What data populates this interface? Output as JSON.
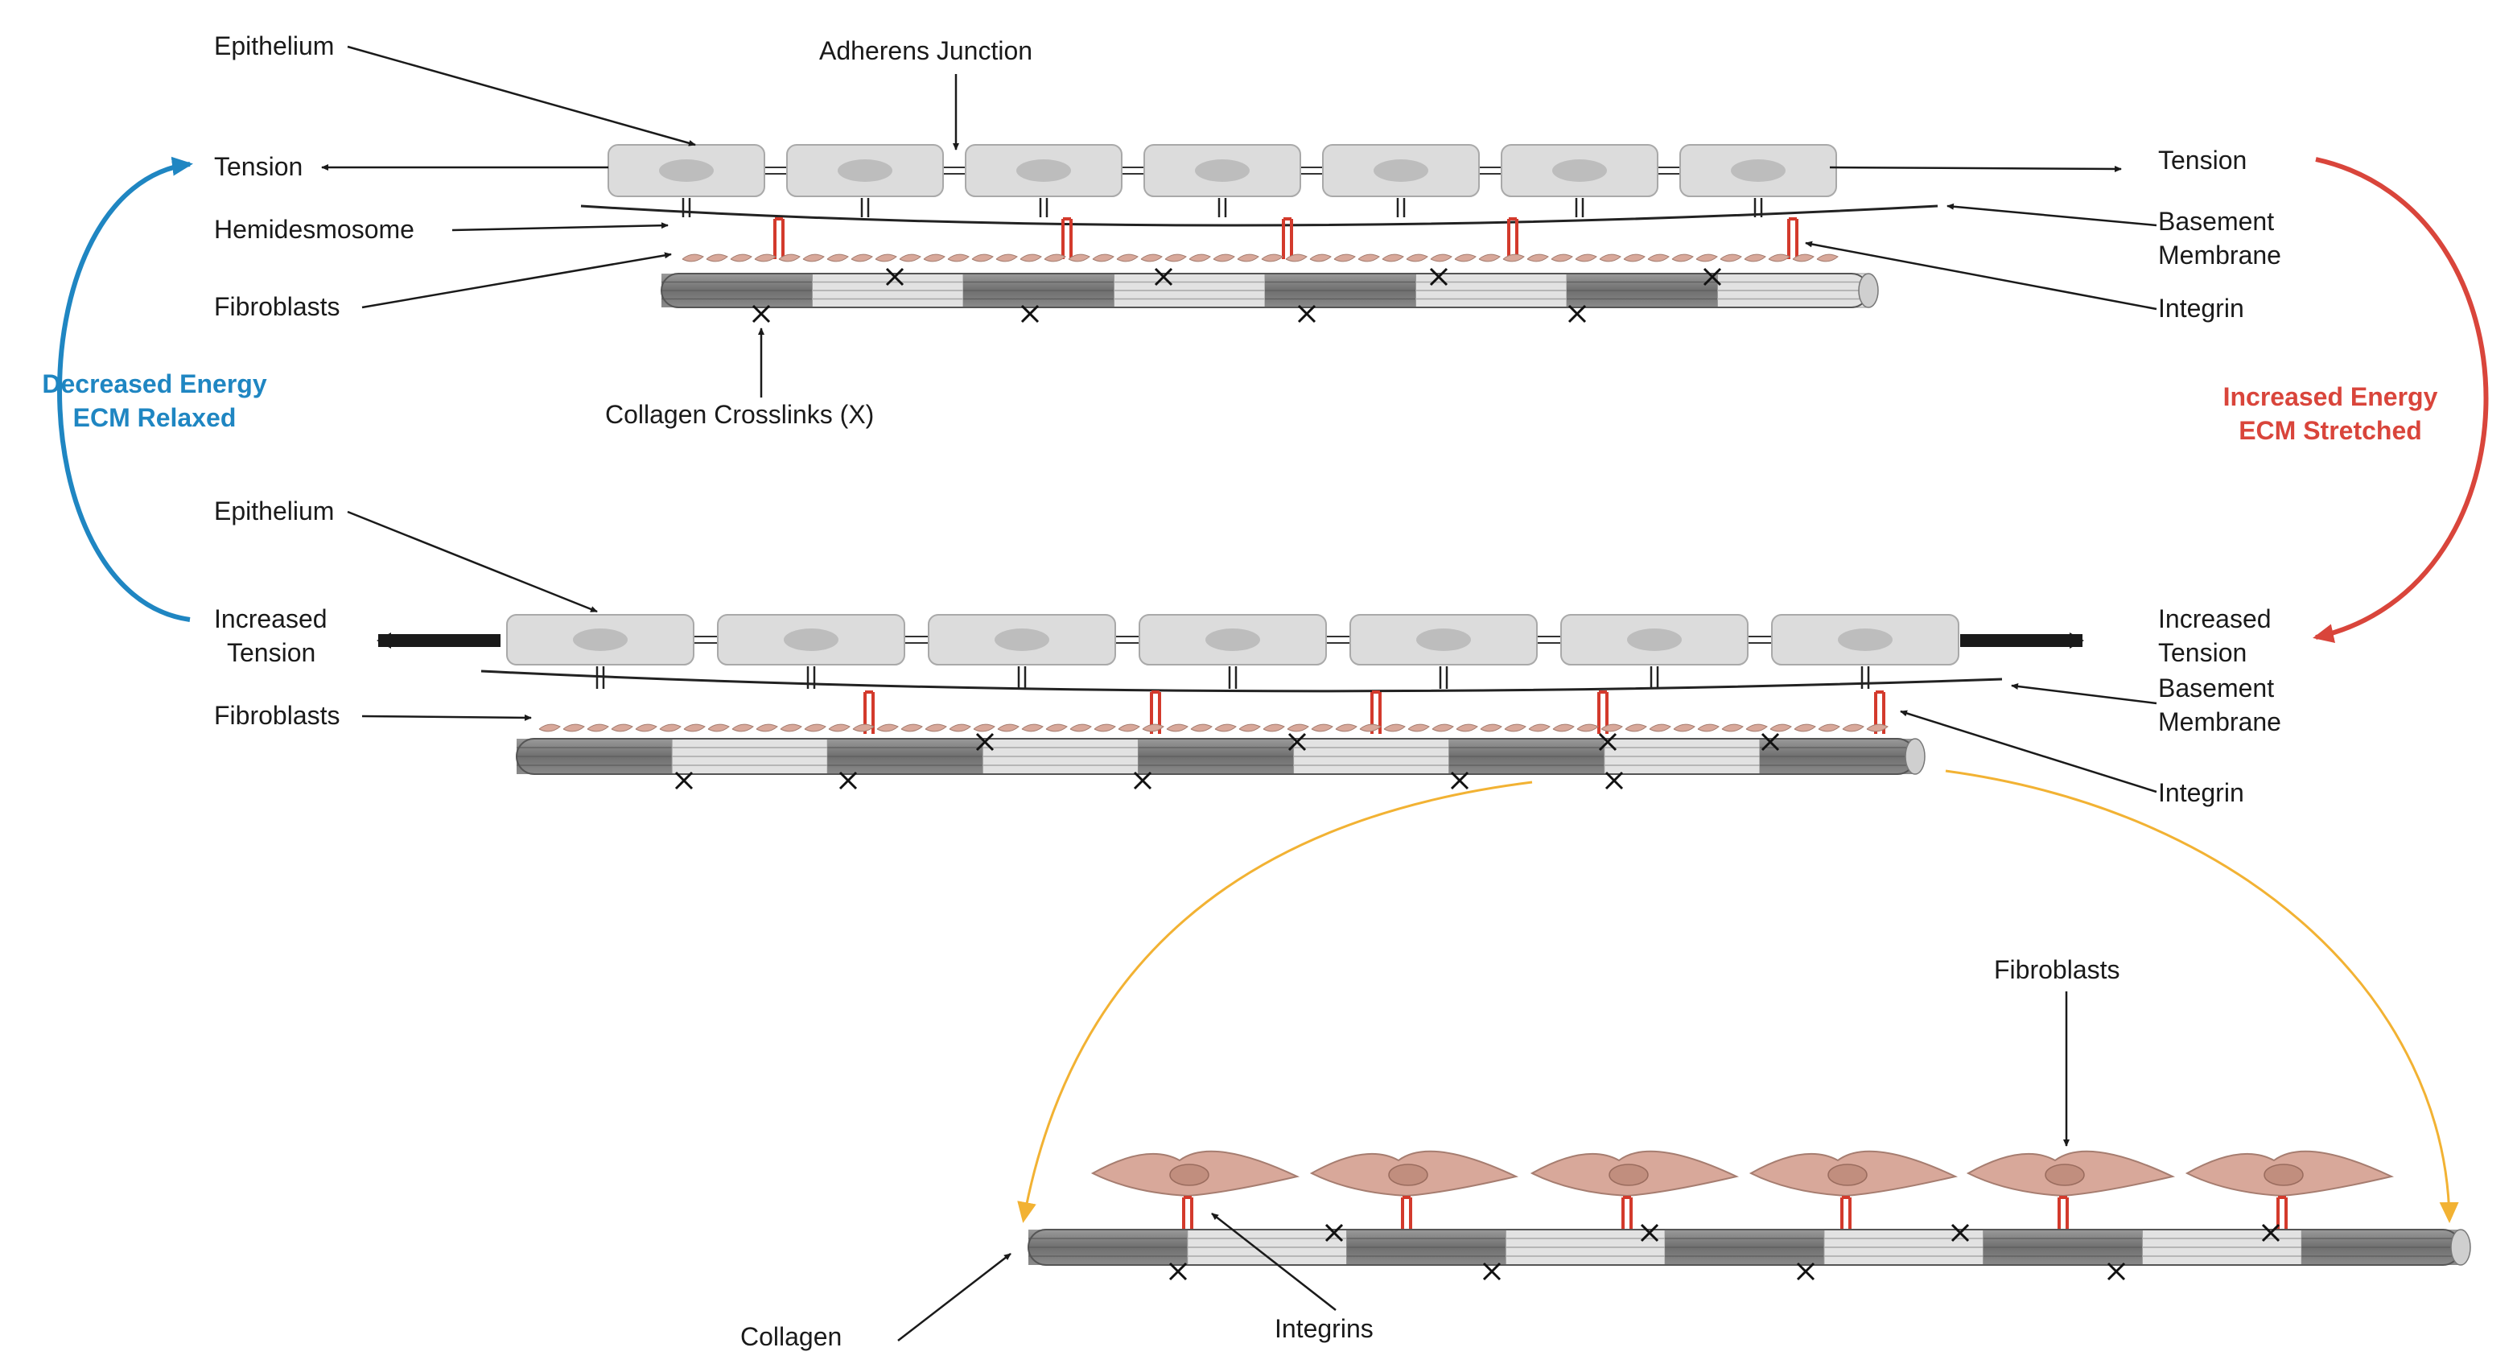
{
  "labels": {
    "epithelium_top": "Epithelium",
    "adherens_junction": "Adherens Junction",
    "tension_left": "Tension",
    "tension_right": "Tension",
    "hemidesmosome": "Hemidesmosome",
    "basement_membrane_top_1": "Basement",
    "basement_membrane_top_2": "Membrane",
    "fibroblasts_top": "Fibroblasts",
    "integrin_top": "Integrin",
    "collagen_crosslinks": "Collagen Crosslinks (X)",
    "epithelium_bottom": "Epithelium",
    "increased_tension_left_1": "Increased",
    "increased_tension_left_2": "Tension",
    "increased_tension_right_1": "Increased",
    "increased_tension_right_2": "Tension",
    "basement_membrane_bottom_1": "Basement",
    "basement_membrane_bottom_2": "Membrane",
    "fibroblasts_bottom": "Fibroblasts",
    "integrin_bottom": "Integrin",
    "fibroblasts_zoom": "Fibroblasts",
    "collagen": "Collagen",
    "integrins": "Integrins",
    "decreased_energy_1": "Decreased Energy",
    "decreased_energy_2": "ECM Relaxed",
    "increased_energy_1": "Increased Energy",
    "increased_energy_2": "ECM Stretched"
  },
  "colors": {
    "relaxed_arrow": "#1f86c2",
    "stretched_arrow": "#d9453b",
    "zoom_arrow": "#f2b233",
    "cell_fill": "#dcdcdc",
    "nucleus_fill": "#bdbdbd",
    "integrin": "#d33a2c",
    "fibroblast": "#d8a89a",
    "collagen_dark": "#7e7e7e",
    "collagen_light": "#e2e2e2"
  }
}
